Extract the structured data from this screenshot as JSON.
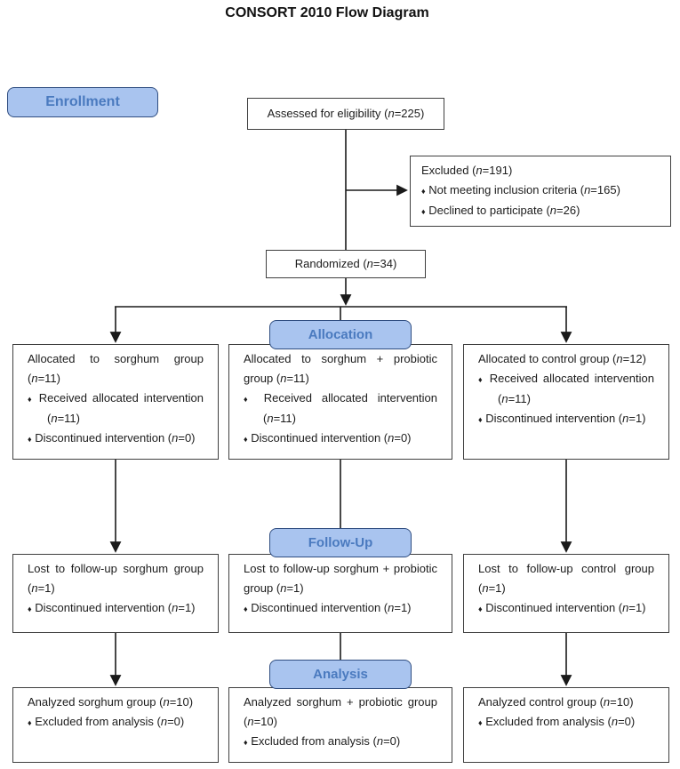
{
  "title": "CONSORT 2010 Flow Diagram",
  "colors": {
    "stage_fill": "#a9c4ef",
    "stage_border": "#2f4d80",
    "stage_text": "#4a7abf",
    "box_border": "#3f3f3f",
    "arrow": "#1a1a1a"
  },
  "stages": {
    "enrollment": "Enrollment",
    "allocation": "Allocation",
    "followup": "Follow-Up",
    "analysis": "Analysis"
  },
  "boxes": {
    "assessed": {
      "lines": [
        {
          "type": "center",
          "text": "Assessed for eligibility (n=225)"
        }
      ]
    },
    "excluded": {
      "lines": [
        {
          "type": "main",
          "text": "Excluded (n=191)"
        },
        {
          "type": "bullet",
          "text": "Not meeting inclusion criteria (n=165)"
        },
        {
          "type": "bullet",
          "text": "Declined to participate (n=26)"
        }
      ]
    },
    "randomized": {
      "lines": [
        {
          "type": "center",
          "text": "Randomized (n=34)"
        }
      ]
    },
    "alloc_sorghum": {
      "lines": [
        {
          "type": "main",
          "text": "Allocated to sorghum group (n=11)"
        },
        {
          "type": "bullet",
          "text": "Received allocated intervention (n=11)"
        },
        {
          "type": "bullet",
          "text": "Discontinued intervention (n=0)"
        }
      ]
    },
    "alloc_sorghum_probiotic": {
      "lines": [
        {
          "type": "main",
          "text": "Allocated to sorghum + probiotic group (n=11)"
        },
        {
          "type": "bullet",
          "text": "Received allocated intervention (n=11)"
        },
        {
          "type": "bullet",
          "text": "Discontinued intervention (n=0)"
        }
      ]
    },
    "alloc_control": {
      "lines": [
        {
          "type": "main",
          "text": "Allocated to control group (n=12)"
        },
        {
          "type": "bullet",
          "text": "Received allocated intervention (n=11)"
        },
        {
          "type": "bullet",
          "text": "Discontinued intervention (n=1)"
        }
      ]
    },
    "fu_sorghum": {
      "lines": [
        {
          "type": "main",
          "text": "Lost to follow-up sorghum group (n=1)"
        },
        {
          "type": "bullet",
          "text": "Discontinued intervention (n=1)"
        }
      ]
    },
    "fu_sorghum_probiotic": {
      "lines": [
        {
          "type": "main",
          "text": "Lost to follow-up sorghum + probiotic group (n=1)"
        },
        {
          "type": "bullet",
          "text": "Discontinued intervention (n=1)"
        }
      ]
    },
    "fu_control": {
      "lines": [
        {
          "type": "main",
          "text": "Lost to follow-up control group (n=1)"
        },
        {
          "type": "bullet",
          "text": "Discontinued intervention (n=1)"
        }
      ]
    },
    "an_sorghum": {
      "lines": [
        {
          "type": "main",
          "text": "Analyzed sorghum group (n=10)"
        },
        {
          "type": "bullet",
          "text": "Excluded from analysis (n=0)"
        }
      ]
    },
    "an_sorghum_probiotic": {
      "lines": [
        {
          "type": "main",
          "text": "Analyzed sorghum + probiotic group (n=10)"
        },
        {
          "type": "bullet",
          "text": "Excluded from analysis (n=0)"
        }
      ]
    },
    "an_control": {
      "lines": [
        {
          "type": "main",
          "text": "Analyzed control group (n=10)"
        },
        {
          "type": "bullet",
          "text": "Excluded from analysis (n=0)"
        }
      ]
    }
  }
}
